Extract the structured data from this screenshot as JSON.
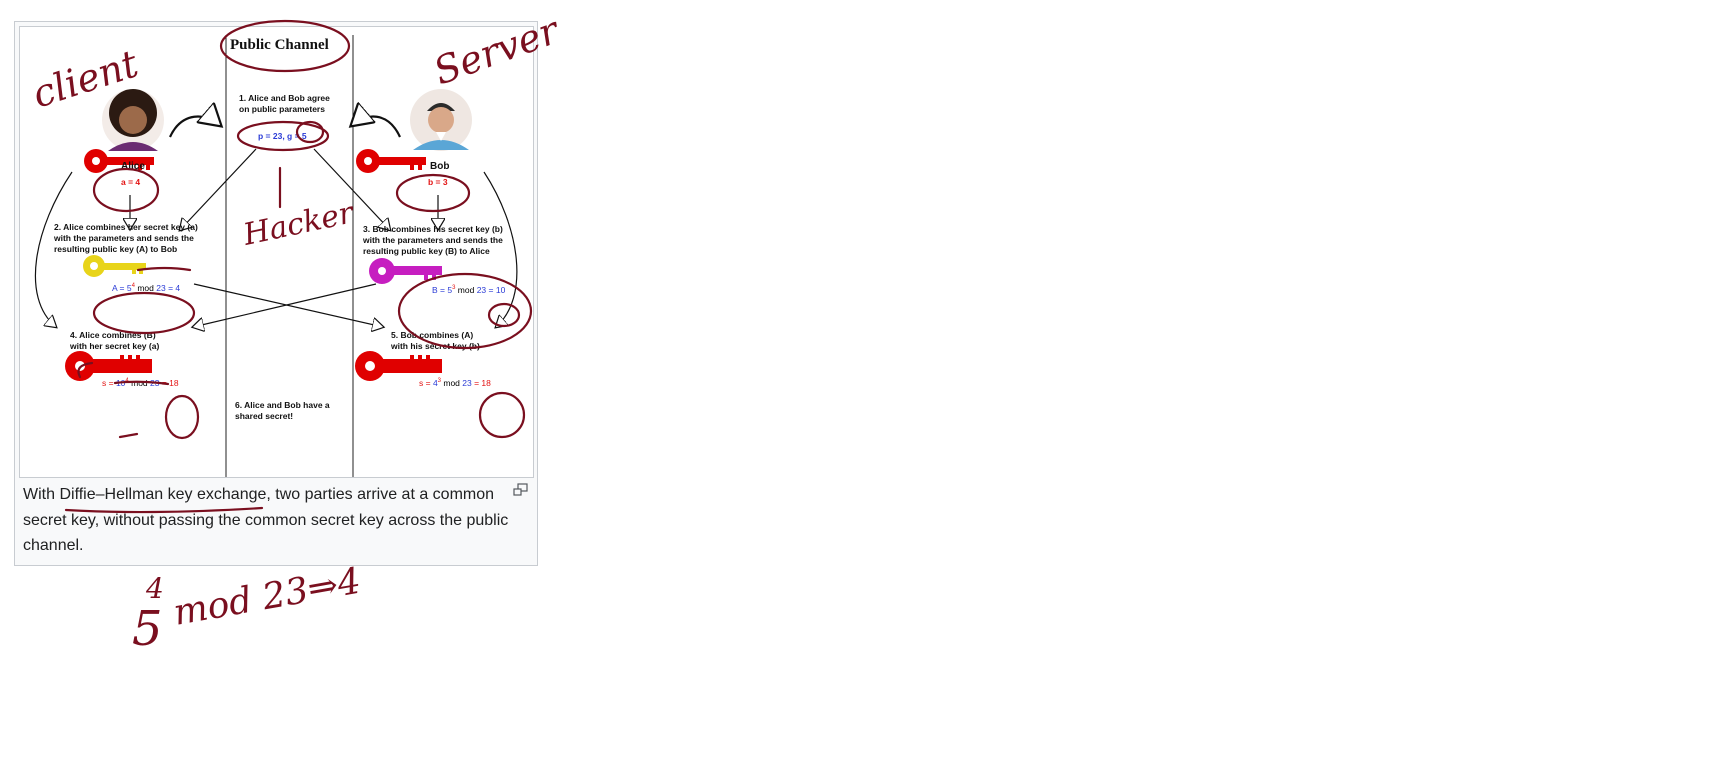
{
  "figure": {
    "channel_title": "Public Channel",
    "alice_name": "Alice",
    "bob_name": "Bob",
    "step1": "1. Alice and Bob agree\non public parameters",
    "params": "p = 23, g = 5",
    "alice_secret": "a = 4",
    "bob_secret": "b = 3",
    "step2": "2. Alice combines her secret key (a)\nwith the parameters and sends the\nresulting public key (A) to Bob",
    "step3": "3. Bob combines his secret key (b)\nwith the parameters and sends the\nresulting public key (B) to Alice",
    "alice_public": {
      "lhs": "A = 5",
      "exp": "4",
      "mid": " mod ",
      "mod": "23",
      "rhs": " = 4"
    },
    "bob_public": {
      "lhs": "B = 5",
      "exp": "3",
      "mid": " mod ",
      "mod": "23",
      "rhs": " = 10"
    },
    "step4": "4. Alice combines (B)\nwith her secret key (a)",
    "step5": "5. Bob combines (A)\nwith his secret key (b)",
    "alice_shared": {
      "lhs": "s = ",
      "base": "10",
      "exp": "4",
      "mid": " mod ",
      "mod": "23",
      "rhs": " = 18"
    },
    "bob_shared": {
      "lhs": "s = ",
      "base": "4",
      "exp": "3",
      "mid": " mod ",
      "mod": "23",
      "rhs": " = 18"
    },
    "step6": "6. Alice and Bob have a\nshared secret!"
  },
  "caption": {
    "prefix": "With ",
    "link": "Diffie–Hellman key exchange",
    "suffix": ", two parties arrive at a common secret key, without passing the common secret key across the public channel."
  },
  "annotations": {
    "client": "client",
    "server": "Server",
    "hacker": "Hacker",
    "formula_base": "5",
    "formula_exp": "4",
    "formula_rest": "mod 23⇒4"
  },
  "colors": {
    "red_key": "#e00000",
    "yellow_key": "#e8d41a",
    "magenta_key": "#c61ec0",
    "ink": "#7a0f1f",
    "blue_text": "#2a3bd6",
    "caption_border": "#c8ccd1"
  }
}
